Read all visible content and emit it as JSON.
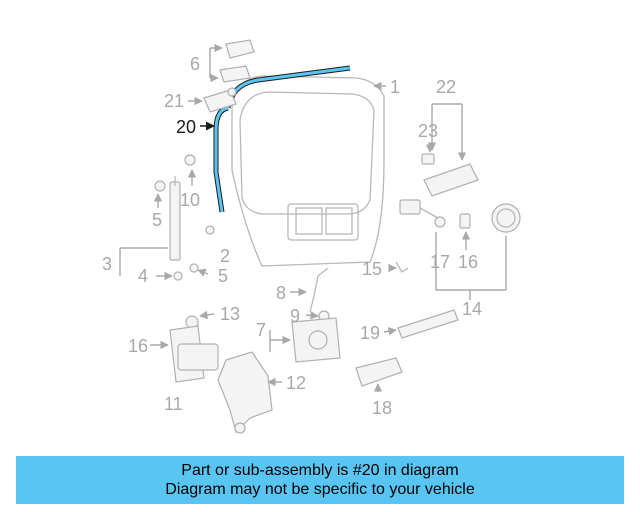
{
  "diagram": {
    "highlighted_part": "20",
    "highlight_color": "#58c5f3",
    "labels": {
      "p1": "1",
      "p2": "2",
      "p3": "3",
      "p4": "4",
      "p5a": "5",
      "p5b": "5",
      "p6": "6",
      "p7": "7",
      "p8": "8",
      "p9": "9",
      "p10": "10",
      "p11": "11",
      "p12": "12",
      "p13": "13",
      "p14": "14",
      "p15": "15",
      "p16a": "16",
      "p16b": "16",
      "p17": "17",
      "p18": "18",
      "p19": "19",
      "p20": "20",
      "p21": "21",
      "p22": "22",
      "p23": "23"
    }
  },
  "banner": {
    "line1": "Part or sub-assembly is #20 in diagram",
    "line2": "Diagram may not be specific to your vehicle",
    "color": "#58c5f3"
  }
}
